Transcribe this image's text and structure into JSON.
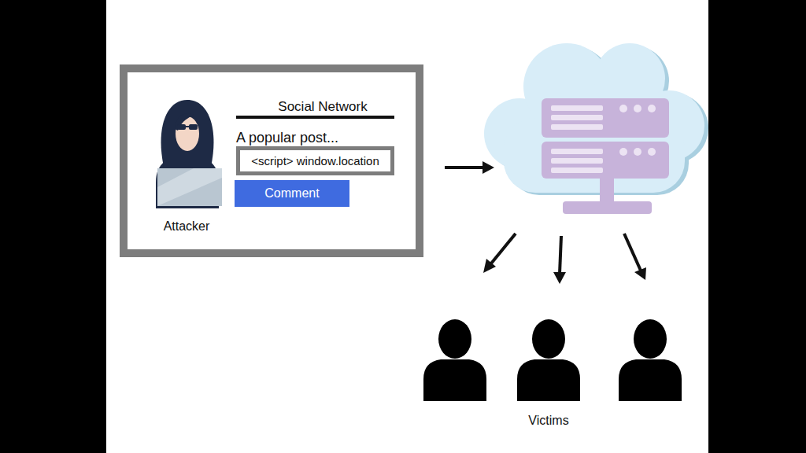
{
  "diagram": {
    "nodes": [
      {
        "text": [
          "Social Network",
          "A popular post...",
          "Attacker"
        ]
      },
      {
        "text": [
          "<script> window.location"
        ],
        "in": 0
      },
      {
        "text": [
          "Comment"
        ],
        "in": 0
      }
    ],
    "labels": [
      "Victims"
    ]
  }
}
